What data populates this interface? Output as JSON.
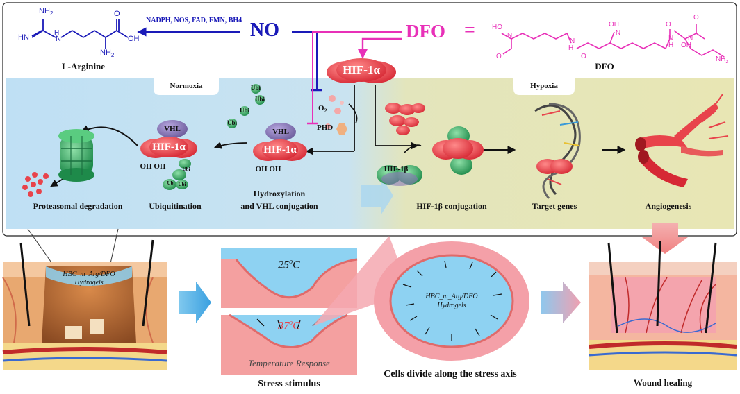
{
  "colors": {
    "no_blue": "#1a1ab8",
    "dfo_magenta": "#e830b8",
    "normoxia_bg": "#bfe0f4",
    "hypoxia_bg": "#e8e6b4",
    "hif_red": "#e8434b",
    "vhl_purple": "#8a78b8",
    "ubi_green": "#3aa86a",
    "skin_pink": "#f4a0a0",
    "hydrogel_blue": "#8ed2f2"
  },
  "top_panel": {
    "l_arginine": {
      "label": "L-Arginine",
      "atoms": {
        "nh2_top": "NH",
        "nh2_top_sub": "2",
        "hn": "HN",
        "h": "H",
        "n": "N",
        "nh2_bottom": "NH",
        "nh2_bottom_sub": "2",
        "o": "O",
        "oh": "OH"
      }
    },
    "cofactors": "NADPH, NOS, FAD, FMN, BH4",
    "no": "NO",
    "dfo": "DFO",
    "equals": "=",
    "dfo_molecule": {
      "label": "DFO",
      "atoms": {
        "ho": "HO",
        "n1": "N",
        "o1": "O",
        "h1": "H",
        "n2": "N",
        "o2": "O",
        "oh1": "OH",
        "n3": "N",
        "o3": "O",
        "h2": "H",
        "n4": "N",
        "o4": "O",
        "oh2": "OH",
        "n5": "N",
        "nh2": "NH",
        "nh2_sub": "2"
      }
    },
    "hif1a_main": "HIF-1α",
    "normoxia": "Normoxia",
    "hypoxia": "Hypoxia",
    "ubi": [
      "Ubi",
      "Ubi",
      "Ubi",
      "Ubi"
    ],
    "ubi_chain": [
      "Ubi",
      "Ubi",
      "Ubi"
    ],
    "o2": "O",
    "o2_sub": "2",
    "phd": "PHD",
    "vhl": "VHL",
    "hif1a": "HIF-1α",
    "oh_oh": "OH OH",
    "hif1b": "HIF-1β",
    "steps": {
      "proteasomal": "Proteasomal degradation",
      "ubiquitination": "Ubiquitination",
      "hydroxylation_1": "Hydroxylation",
      "hydroxylation_2": "and VHL conjugation",
      "hif1b_conj": "HIF-1β conjugation",
      "target_genes": "Target genes",
      "angiogenesis": "Angiogenesis"
    }
  },
  "bottom_panel": {
    "hydrogel_1": "HBC_m_Arg/DFO",
    "hydrogel_2": "Hydrogels",
    "temp_25": "25",
    "temp_37": "37",
    "temp_sup": "o",
    "temp_unit": "C",
    "temp_response": "Temperature Response",
    "stress_stimulus": "Stress stimulus",
    "cells_divide": "Cells divide along the stress axis",
    "ellipse_1": "HBC_m_Arg/DFO",
    "ellipse_2": "Hydrogels",
    "wound_healing": "Wound healing"
  }
}
